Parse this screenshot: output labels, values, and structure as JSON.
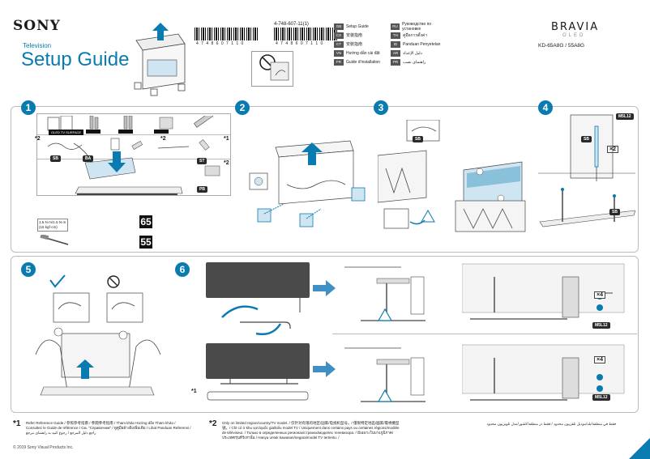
{
  "header": {
    "brand": "SONY",
    "doc_type": "Television",
    "title": "Setup Guide",
    "part_number": "4-748-607-11(1)",
    "barcode_number": "4 7 4 8 6 0 7 1 1 0",
    "product_brand": "BRAVIA",
    "product_sub": "OLED",
    "models": "KD-65A8G / 55A8G"
  },
  "languages": [
    {
      "code": "GB",
      "label": "Setup Guide"
    },
    {
      "code": "RU",
      "label": "Руководство по установке"
    },
    {
      "code": "CS",
      "label": "安装指南"
    },
    {
      "code": "TH",
      "label": "คู่มือการตั้งค่า"
    },
    {
      "code": "CT",
      "label": "安裝指南"
    },
    {
      "code": "ID",
      "label": "Panduan Penyetelan"
    },
    {
      "code": "VN",
      "label": "Hướng dẫn cài đặt"
    },
    {
      "code": "AR",
      "label": "دليل الإعداد"
    },
    {
      "code": "FR",
      "label": "Guide d'installation"
    },
    {
      "code": "PR",
      "label": "راهنمای نصب"
    }
  ],
  "steps": {
    "s1": "1",
    "s2": "2",
    "s3": "3",
    "s4": "4",
    "s5": "5",
    "s6": "6"
  },
  "step1": {
    "tv_labels": [
      "OLED TV SURFACE",
      "",
      "",
      ""
    ],
    "part_labels": [
      "SB",
      "BA",
      "ST",
      "PB"
    ],
    "star2": "*2",
    "star1": "*1",
    "tool_note": "1.5 N·m/1.5 N·m\n(15 kgf·cm)",
    "size_65": "65",
    "size_55": "55"
  },
  "step3": {
    "callout": "SB"
  },
  "step4": {
    "screw": "M5L12",
    "count": "×2",
    "badge_a": "SB",
    "badge_b": "SB"
  },
  "step6": {
    "count_a": "×4",
    "screw_a": "M5L12",
    "count_b": "×4",
    "screw_b": "M5L12",
    "star1": "*1"
  },
  "footer": {
    "star1": "*1",
    "note1": "Refer Reference Guide / 参照参考指南 / 參閱參考指南 / Tham khảo Hướng dẫn Tham khảo / Consultez le Guide de référence / См. \"Справочник\" / ดูคู่มืออ้างอิงเพิ่มเติม / Lihat Panduan Referensi / راجع دليل المرجع / رجوع کنید به راهنمای مرجع",
    "star2": "*2",
    "note2": "Only on limited region/country/TV model. / 仅针对有限的地区/国家/电视机型号。/ 僅限特定地區/國家/電視機型號。/ Chỉ có ở khu vực/quốc gia/kiểu model TV / Uniquement dans certains pays ou certaines régions/modèle de téléviseur. / Только в определенных регионах/странах/моделях телевизора. / มีเฉพาะในบางภูมิภาค/ประเทศ/รุ่นทีวีเท่านั้น / Hanya untuk kawasan/negara/model TV tertentu. /",
    "arabic": "فقط في منطقة/بلد/موديل تلفزيون محدود / فقط در منطقه/کشور/مدل تلویزیون محدود",
    "copyright": "© 2019 Sony Visual Products Inc."
  }
}
